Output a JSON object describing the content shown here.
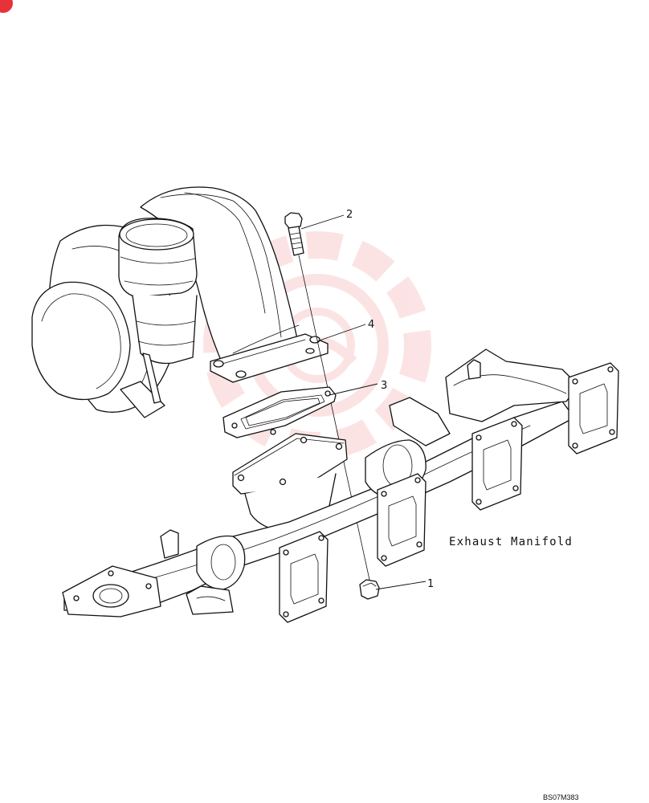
{
  "diagram": {
    "callouts": [
      {
        "number": "1",
        "part": "nut"
      },
      {
        "number": "2",
        "part": "bolt"
      },
      {
        "number": "3",
        "part": "gasket"
      },
      {
        "number": "4",
        "part": "turbocharger-flange"
      }
    ],
    "caption": "Exhaust Manifold",
    "reference_code": "BS07M383",
    "watermark_color": "#e8323a"
  }
}
